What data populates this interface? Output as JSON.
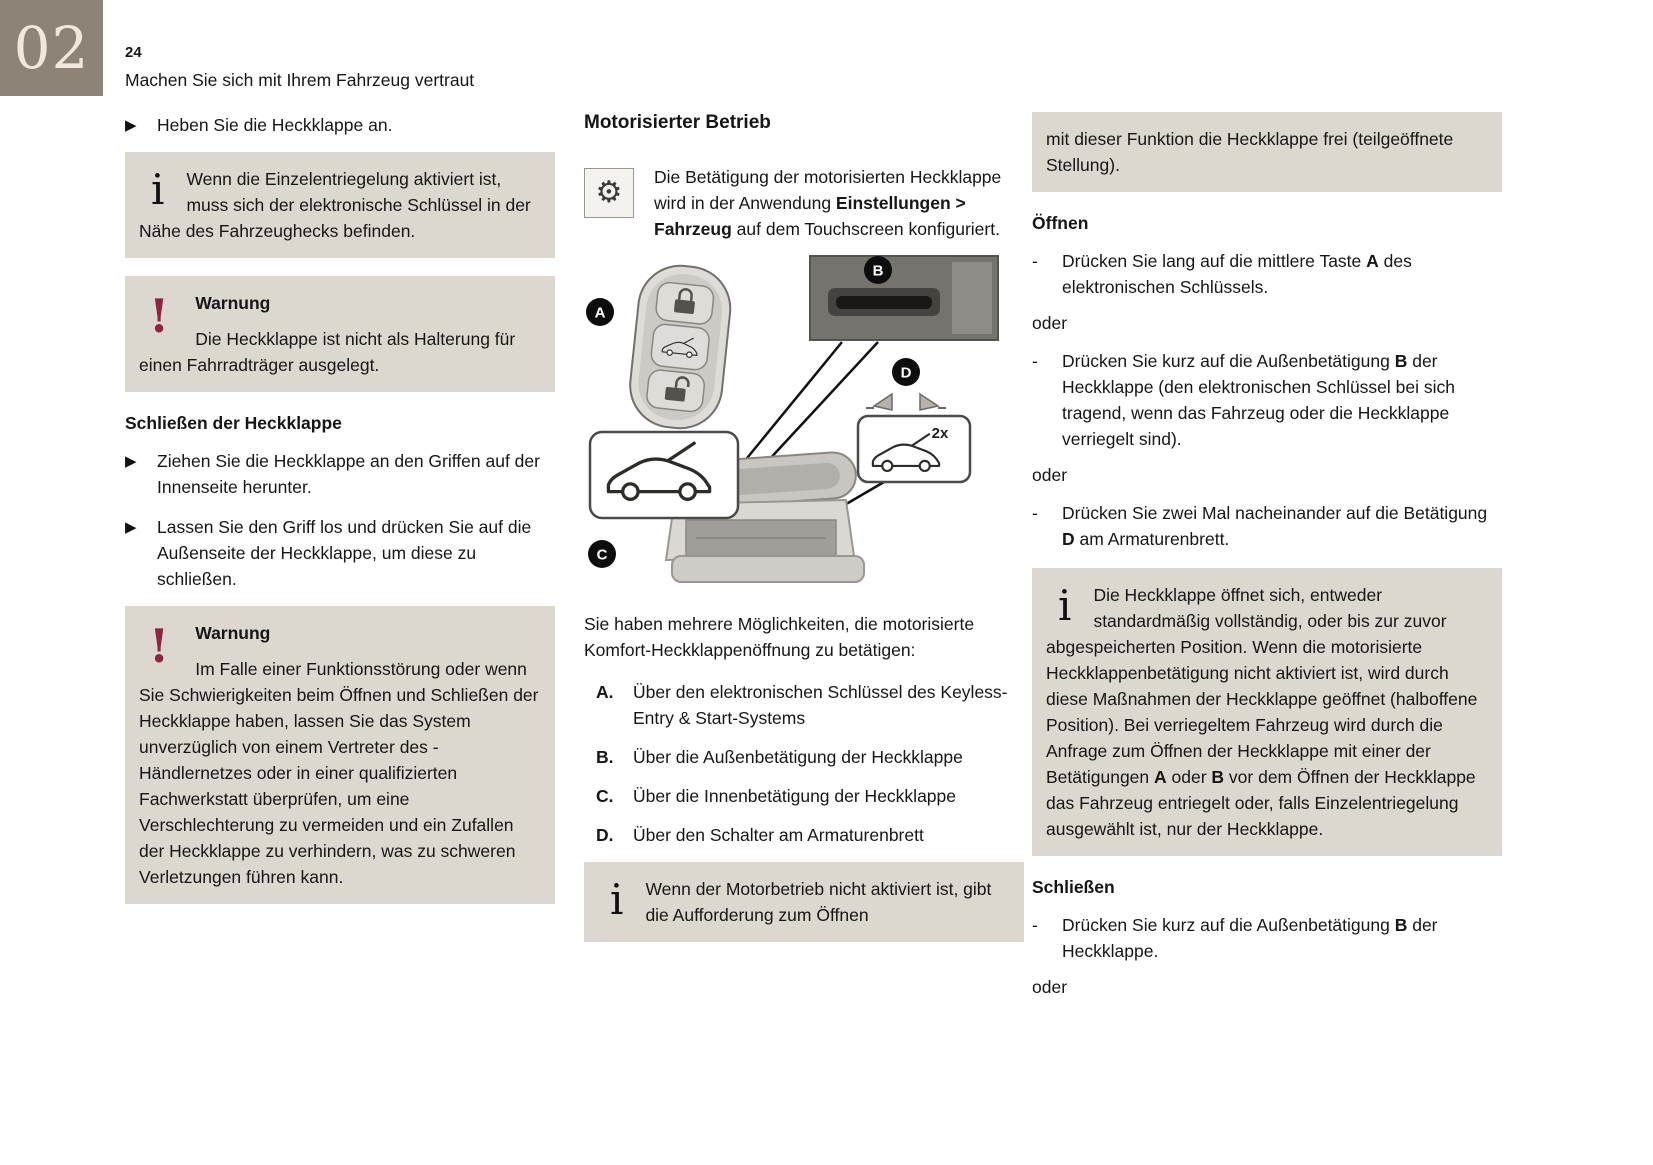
{
  "colors": {
    "chapter_bg": "#8d8376",
    "box_bg": "#dcd7cf",
    "warning_accent": "#8e2342"
  },
  "icons": {
    "bullet_arrow": "▶",
    "info": "i",
    "warning": "!",
    "gear": "⚙",
    "dash": "-"
  },
  "page": {
    "chapter_number": "02",
    "page_number": "24",
    "header_title": "Machen Sie sich mit Ihrem Fahrzeug vertraut"
  },
  "left_column": {
    "bullet_lift": "Heben Sie die Heckklappe an.",
    "info_unlock": "Wenn die Einzelentriegelung aktiviert ist, muss sich der elektronische Schlüssel in der Nähe des Fahrzeughecks befinden.",
    "warning1": {
      "title": "Warnung",
      "text": "Die Heckklappe ist nicht als Halterung für einen Fahrradträger ausgelegt."
    },
    "heading_close": "Schließen der Heckklappe",
    "bullet_pull": "Ziehen Sie die Heckklappe an den Griffen auf der Innenseite herunter.",
    "bullet_release": "Lassen Sie den Griff los und drücken Sie auf die Außenseite der Heckklappe, um diese zu schließen.",
    "warning2": {
      "title": "Warnung",
      "text": "Im Falle einer Funktionsstörung oder wenn Sie Schwierigkeiten beim Öffnen und Schließen der Heckklappe haben, lassen Sie das System unverzüglich von einem Vertreter des -Händlernetzes oder in einer qualifizierten Fachwerkstatt überprüfen, um eine Verschlechterung zu vermeiden und ein Zufallen der Heckklappe zu verhindern, was zu schweren Verletzungen führen kann."
    }
  },
  "middle_column": {
    "heading": "Motorisierter Betrieb",
    "settings_note": [
      {
        "t": "Die Betätigung der motorisierten Heckklappe wird in der Anwendung ",
        "b": false
      },
      {
        "t": "Einstellungen > Fahrzeug",
        "b": true
      },
      {
        "t": " auf dem Touchscreen konfiguriert.",
        "b": false
      }
    ],
    "figure": {
      "label_a": "A",
      "label_b": "B",
      "label_c": "C",
      "label_d": "D",
      "label_2x": "2x"
    },
    "intro": "Sie haben mehrere Möglichkeiten, die motorisierte Komfort-Heckklappenöffnung zu betätigen:",
    "options": [
      {
        "key": "A.",
        "text": "Über den elektronischen Schlüssel des Keyless-Entry & Start-Systems"
      },
      {
        "key": "B.",
        "text": "Über die Außenbetätigung der Heckklappe"
      },
      {
        "key": "C.",
        "text": "Über die Innenbetätigung der Heckklappe"
      },
      {
        "key": "D.",
        "text": "Über den Schalter am Armaturenbrett"
      }
    ],
    "info_motor": "Wenn der Motorbetrieb nicht aktiviert ist, gibt die Aufforderung zum Öffnen"
  },
  "right_column": {
    "info_continuation": "mit dieser Funktion die Heckklappe frei (teilgeöffnete Stellung).",
    "heading_open": "Öffnen",
    "open_step1": [
      {
        "t": "Drücken Sie lang auf die mittlere Taste ",
        "b": false
      },
      {
        "t": "A",
        "b": true
      },
      {
        "t": " des elektronischen Schlüssels.",
        "b": false
      }
    ],
    "or1": "oder",
    "open_step2": [
      {
        "t": "Drücken Sie kurz auf die Außenbetätigung ",
        "b": false
      },
      {
        "t": "B",
        "b": true
      },
      {
        "t": " der Heckklappe (den elektronischen Schlüssel bei sich tragend, wenn das Fahrzeug oder die Heckklappe verriegelt sind).",
        "b": false
      }
    ],
    "or2": "oder",
    "open_step3": [
      {
        "t": "Drücken Sie zwei Mal nacheinander auf die Betätigung ",
        "b": false
      },
      {
        "t": "D",
        "b": true
      },
      {
        "t": " am Armaturenbrett.",
        "b": false
      }
    ],
    "info_open_behavior": [
      {
        "t": "Die Heckklappe öffnet sich, entweder standardmäßig vollständig, oder bis zur zuvor abgespeicherten Position. Wenn die motorisierte Heckklappenbetätigung nicht aktiviert ist, wird durch diese Maßnahmen der Heckklappe geöffnet (halboffene Position). Bei verriegeltem Fahrzeug wird durch die Anfrage zum Öffnen der Heckklappe mit einer der Betätigungen ",
        "b": false
      },
      {
        "t": "A",
        "b": true
      },
      {
        "t": " oder ",
        "b": false
      },
      {
        "t": "B",
        "b": true
      },
      {
        "t": " vor dem Öffnen der Heckklappe das Fahrzeug entriegelt oder, falls Einzelentriegelung ausgewählt ist, nur der Heckklappe.",
        "b": false
      }
    ],
    "heading_close": "Schließen",
    "close_step1": [
      {
        "t": "Drücken Sie kurz auf die Außenbetätigung ",
        "b": false
      },
      {
        "t": "B",
        "b": true
      },
      {
        "t": " der Heckklappe.",
        "b": false
      }
    ],
    "or3": "oder"
  }
}
